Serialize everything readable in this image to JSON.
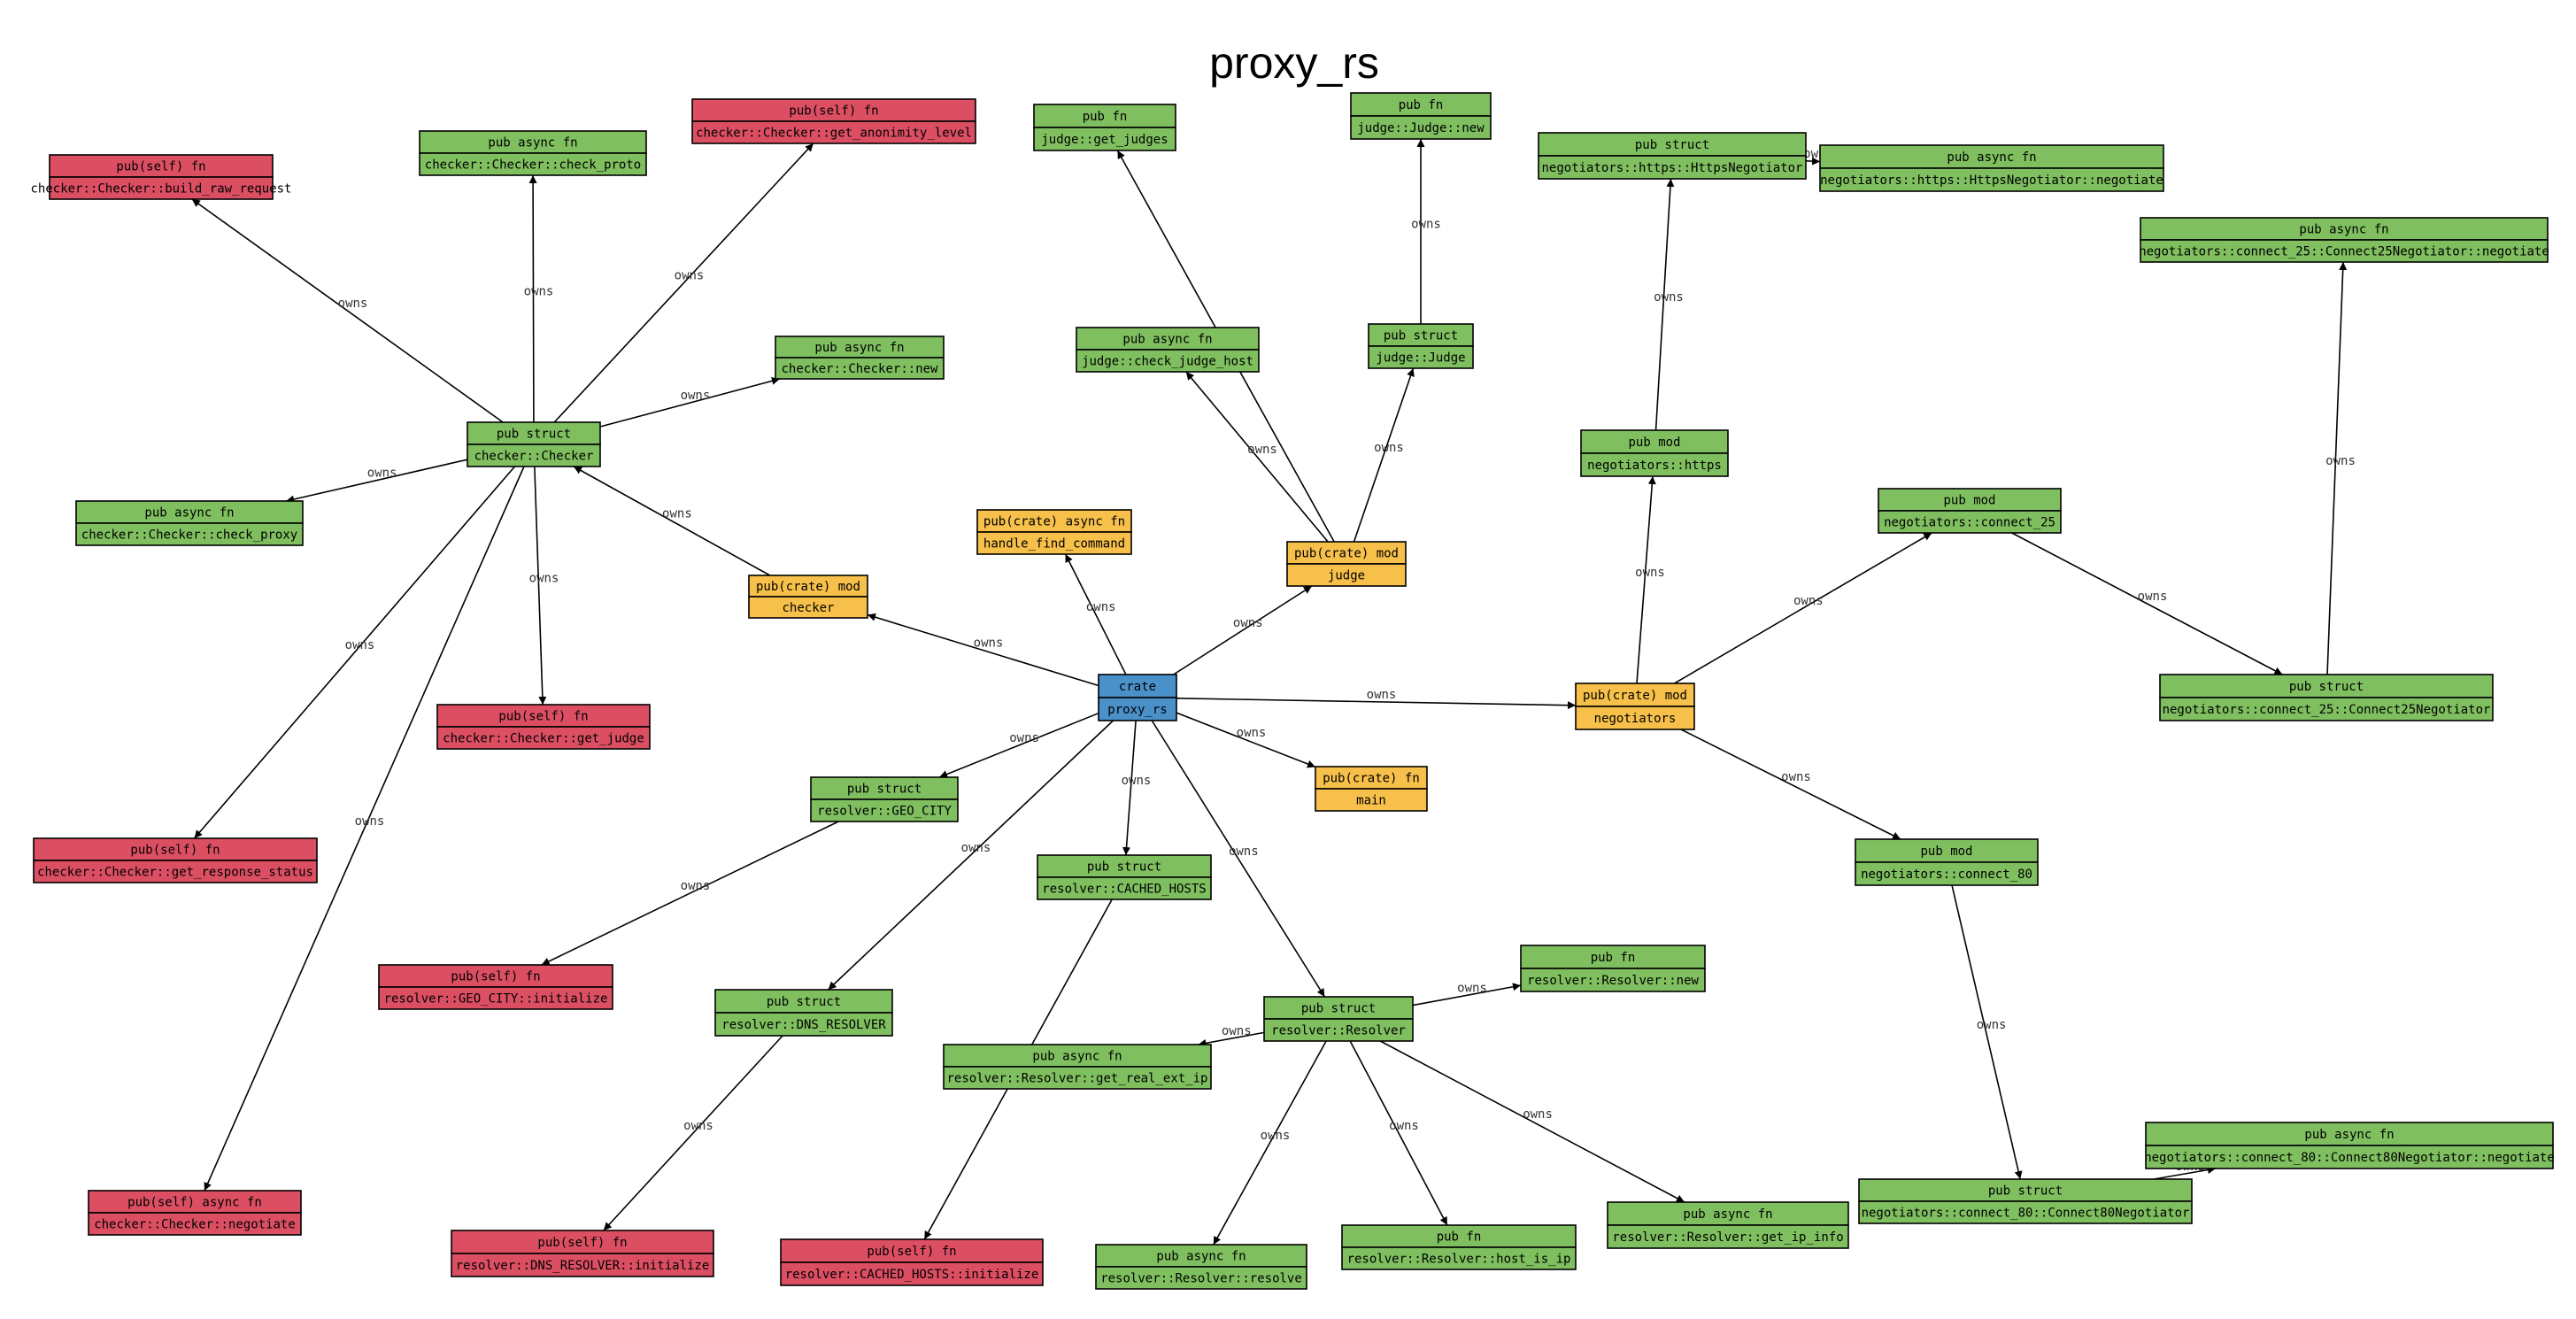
{
  "title": "proxy_rs",
  "colors": {
    "crate": "#4a90c9",
    "pub_crate": "#f7c04a",
    "pub": "#7fbf5f",
    "pub_self": "#dc4f63"
  },
  "edge_label": "owns",
  "nodes": [
    {
      "id": "crate",
      "kind": "crate",
      "label": "crate",
      "path": "proxy_rs"
    },
    {
      "id": "checker",
      "kind": "pub_crate",
      "label": "pub(crate) mod",
      "path": "checker"
    },
    {
      "id": "handle_find_command",
      "kind": "pub_crate",
      "label": "pub(crate) async fn",
      "path": "handle_find_command"
    },
    {
      "id": "judge",
      "kind": "pub_crate",
      "label": "pub(crate) mod",
      "path": "judge"
    },
    {
      "id": "negotiators",
      "kind": "pub_crate",
      "label": "pub(crate) mod",
      "path": "negotiators"
    },
    {
      "id": "main",
      "kind": "pub_crate",
      "label": "pub(crate) fn",
      "path": "main"
    },
    {
      "id": "checker_struct",
      "kind": "pub",
      "label": "pub struct",
      "path": "checker::Checker"
    },
    {
      "id": "check_proto",
      "kind": "pub",
      "label": "pub async fn",
      "path": "checker::Checker::check_proto"
    },
    {
      "id": "checker_new",
      "kind": "pub",
      "label": "pub async fn",
      "path": "checker::Checker::new"
    },
    {
      "id": "check_proxy",
      "kind": "pub",
      "label": "pub async fn",
      "path": "checker::Checker::check_proxy"
    },
    {
      "id": "build_raw_request",
      "kind": "pub_self",
      "label": "pub(self) fn",
      "path": "checker::Checker::build_raw_request"
    },
    {
      "id": "get_anonimity_level",
      "kind": "pub_self",
      "label": "pub(self) fn",
      "path": "checker::Checker::get_anonimity_level"
    },
    {
      "id": "get_judge",
      "kind": "pub_self",
      "label": "pub(self) fn",
      "path": "checker::Checker::get_judge"
    },
    {
      "id": "get_response_status",
      "kind": "pub_self",
      "label": "pub(self) fn",
      "path": "checker::Checker::get_response_status"
    },
    {
      "id": "checker_negotiate",
      "kind": "pub_self",
      "label": "pub(self) async fn",
      "path": "checker::Checker::negotiate"
    },
    {
      "id": "get_judges",
      "kind": "pub",
      "label": "pub fn",
      "path": "judge::get_judges"
    },
    {
      "id": "judge_new",
      "kind": "pub",
      "label": "pub fn",
      "path": "judge::Judge::new"
    },
    {
      "id": "check_judge_host",
      "kind": "pub",
      "label": "pub async fn",
      "path": "judge::check_judge_host"
    },
    {
      "id": "judge_struct",
      "kind": "pub",
      "label": "pub struct",
      "path": "judge::Judge"
    },
    {
      "id": "https_struct",
      "kind": "pub",
      "label": "pub struct",
      "path": "negotiators::https::HttpsNegotiator"
    },
    {
      "id": "https_negotiate",
      "kind": "pub",
      "label": "pub async fn",
      "path": "negotiators::https::HttpsNegotiator::negotiate"
    },
    {
      "id": "c25_negotiate",
      "kind": "pub",
      "label": "pub async fn",
      "path": "negotiators::connect_25::Connect25Negotiator::negotiate"
    },
    {
      "id": "https_mod",
      "kind": "pub",
      "label": "pub mod",
      "path": "negotiators::https"
    },
    {
      "id": "c25_mod",
      "kind": "pub",
      "label": "pub mod",
      "path": "negotiators::connect_25"
    },
    {
      "id": "c25_struct",
      "kind": "pub",
      "label": "pub struct",
      "path": "negotiators::connect_25::Connect25Negotiator"
    },
    {
      "id": "c80_mod",
      "kind": "pub",
      "label": "pub mod",
      "path": "negotiators::connect_80"
    },
    {
      "id": "c80_negotiate",
      "kind": "pub",
      "label": "pub async fn",
      "path": "negotiators::connect_80::Connect80Negotiator::negotiate"
    },
    {
      "id": "c80_struct",
      "kind": "pub",
      "label": "pub struct",
      "path": "negotiators::connect_80::Connect80Negotiator"
    },
    {
      "id": "geo_city",
      "kind": "pub",
      "label": "pub struct",
      "path": "resolver::GEO_CITY"
    },
    {
      "id": "cached_hosts",
      "kind": "pub",
      "label": "pub struct",
      "path": "resolver::CACHED_HOSTS"
    },
    {
      "id": "dns_resolver",
      "kind": "pub",
      "label": "pub struct",
      "path": "resolver::DNS_RESOLVER"
    },
    {
      "id": "resolver_struct",
      "kind": "pub",
      "label": "pub struct",
      "path": "resolver::Resolver"
    },
    {
      "id": "resolver_new",
      "kind": "pub",
      "label": "pub fn",
      "path": "resolver::Resolver::new"
    },
    {
      "id": "get_real_ext_ip",
      "kind": "pub",
      "label": "pub async fn",
      "path": "resolver::Resolver::get_real_ext_ip"
    },
    {
      "id": "geo_init",
      "kind": "pub_self",
      "label": "pub(self) fn",
      "path": "resolver::GEO_CITY::initialize"
    },
    {
      "id": "dns_init",
      "kind": "pub_self",
      "label": "pub(self) fn",
      "path": "resolver::DNS_RESOLVER::initialize"
    },
    {
      "id": "cached_init",
      "kind": "pub_self",
      "label": "pub(self) fn",
      "path": "resolver::CACHED_HOSTS::initialize"
    },
    {
      "id": "resolve",
      "kind": "pub",
      "label": "pub async fn",
      "path": "resolver::Resolver::resolve"
    },
    {
      "id": "host_is_ip",
      "kind": "pub",
      "label": "pub fn",
      "path": "resolver::Resolver::host_is_ip"
    },
    {
      "id": "get_ip_info",
      "kind": "pub",
      "label": "pub async fn",
      "path": "resolver::Resolver::get_ip_info"
    }
  ],
  "edges": [
    [
      "crate",
      "checker"
    ],
    [
      "crate",
      "handle_find_command"
    ],
    [
      "crate",
      "judge"
    ],
    [
      "crate",
      "negotiators"
    ],
    [
      "crate",
      "main"
    ],
    [
      "crate",
      "geo_city"
    ],
    [
      "crate",
      "cached_hosts"
    ],
    [
      "crate",
      "dns_resolver"
    ],
    [
      "crate",
      "resolver_struct"
    ],
    [
      "checker",
      "checker_struct"
    ],
    [
      "checker_struct",
      "check_proto"
    ],
    [
      "checker_struct",
      "checker_new"
    ],
    [
      "checker_struct",
      "check_proxy"
    ],
    [
      "checker_struct",
      "build_raw_request"
    ],
    [
      "checker_struct",
      "get_anonimity_level"
    ],
    [
      "checker_struct",
      "get_judge"
    ],
    [
      "checker_struct",
      "get_response_status"
    ],
    [
      "checker_struct",
      "checker_negotiate"
    ],
    [
      "judge",
      "get_judges"
    ],
    [
      "judge",
      "check_judge_host"
    ],
    [
      "judge",
      "judge_struct"
    ],
    [
      "judge_struct",
      "judge_new"
    ],
    [
      "negotiators",
      "https_mod"
    ],
    [
      "negotiators",
      "c25_mod"
    ],
    [
      "negotiators",
      "c80_mod"
    ],
    [
      "https_mod",
      "https_struct"
    ],
    [
      "https_struct",
      "https_negotiate"
    ],
    [
      "c25_mod",
      "c25_struct"
    ],
    [
      "c25_struct",
      "c25_negotiate"
    ],
    [
      "c80_mod",
      "c80_struct"
    ],
    [
      "c80_struct",
      "c80_negotiate"
    ],
    [
      "geo_city",
      "geo_init"
    ],
    [
      "dns_resolver",
      "dns_init"
    ],
    [
      "cached_hosts",
      "cached_init"
    ],
    [
      "resolver_struct",
      "resolver_new"
    ],
    [
      "resolver_struct",
      "get_real_ext_ip"
    ],
    [
      "resolver_struct",
      "resolve"
    ],
    [
      "resolver_struct",
      "host_is_ip"
    ],
    [
      "resolver_struct",
      "get_ip_info"
    ]
  ]
}
